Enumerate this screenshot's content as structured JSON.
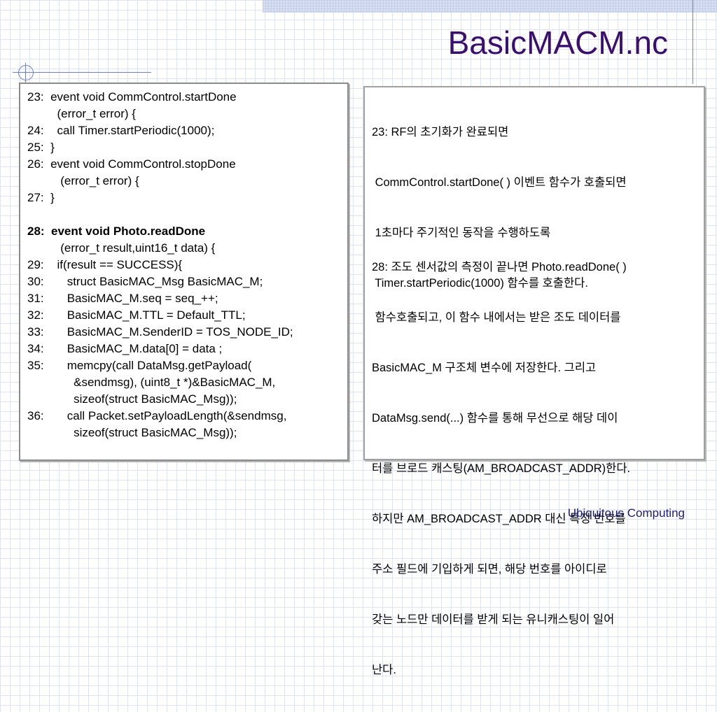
{
  "title": "BasicMACM.nc",
  "code_lines": [
    "23:  event void CommControl.startDone",
    "         (error_t error) {",
    "24:    call Timer.startPeriodic(1000);",
    "25:  }",
    "26:  event void CommControl.stopDone",
    "          (error_t error) {",
    "27:  }",
    "",
    "28:  event void Photo.readDone",
    "          (error_t result,uint16_t data) {",
    "29:    if(result == SUCCESS){",
    "30:       struct BasicMAC_Msg BasicMAC_M;",
    "31:       BasicMAC_M.seq = seq_++;",
    "32:       BasicMAC_M.TTL = Default_TTL;",
    "33:       BasicMAC_M.SenderID = TOS_NODE_ID;",
    "34:       BasicMAC_M.data[0] = data ;",
    "35:       memcpy(call DataMsg.getPayload(",
    "              &sendmsg), (uint8_t *)&BasicMAC_M,",
    "              sizeof(struct BasicMAC_Msg));",
    "36:       call Packet.setPayloadLength(&sendmsg,",
    "              sizeof(struct BasicMAC_Msg));"
  ],
  "note1_lines": [
    "23: RF의 초기화가 완료되면",
    " CommControl.startDone( ) 이벤트 함수가 호출되면",
    " 1초마다 주기적인 동작을 수행하도록",
    " Timer.startPeriodic(1000) 함수를 호출한다."
  ],
  "note2_lines": [
    "28: 조도 센서값의 측정이 끝나면 Photo.readDone( )",
    " 함수호출되고, 이 함수 내에서는 받은 조도 데이터를",
    "BasicMAC_M 구조체 변수에 저장한다. 그리고",
    "DataMsg.send(...) 함수를 통해 무선으로 해당 데이",
    "터를 브로드 캐스팅(AM_BROADCAST_ADDR)한다.",
    "하지만 AM_BROADCAST_ADDR 대신 특정 번호를",
    "주소 필드에 기입하게 되면, 해당 번호를 아이디로",
    "갖는 노드만 데이터를 받게 되는 유니캐스팅이 일어",
    "난다."
  ],
  "footer": "Ubiquitous Computing"
}
